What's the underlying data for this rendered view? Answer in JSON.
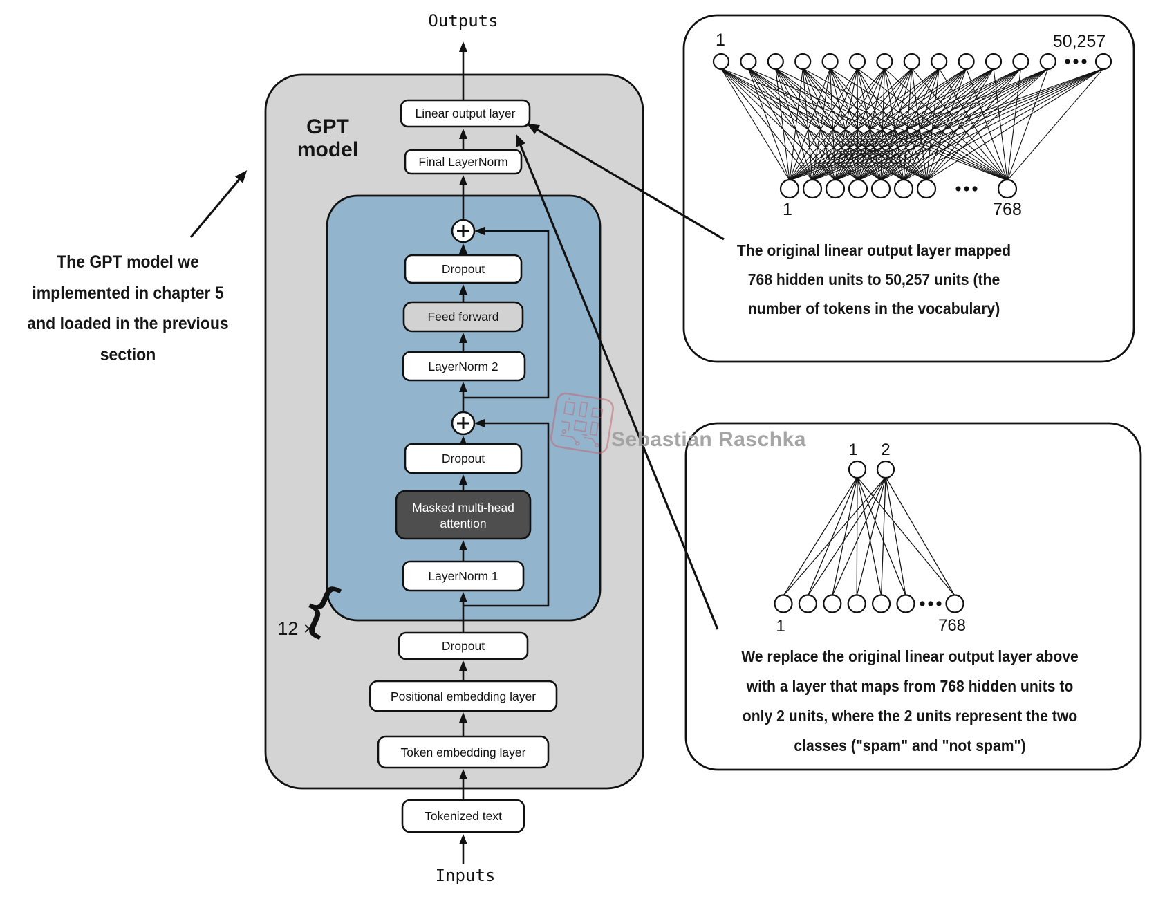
{
  "io": {
    "outputs_label": "Outputs",
    "inputs_label": "Inputs"
  },
  "left_note": {
    "lines": [
      "The GPT model we",
      "implemented in chapter 5",
      "and loaded in the previous",
      "section"
    ]
  },
  "gpt": {
    "title_line1": "GPT",
    "title_line2": "model",
    "repeat_label": "12 ×",
    "repeat_brace": "{"
  },
  "stack": {
    "linear_output": "Linear output layer",
    "final_layernorm": "Final LayerNorm",
    "dropout_top": "Dropout",
    "feed_forward": "Feed forward",
    "layernorm2": "LayerNorm 2",
    "dropout_mid": "Dropout",
    "masked_attention_line1": "Masked multi-head",
    "masked_attention_line2": "attention",
    "layernorm1": "LayerNorm 1",
    "dropout_bottom": "Dropout",
    "positional_embedding": "Positional embedding layer",
    "token_embedding": "Token embedding layer",
    "tokenized_text": "Tokenized text"
  },
  "original_layer_panel": {
    "caption_lines": [
      "The original linear output layer mapped",
      "768 hidden units to 50,257 units (the",
      "number of tokens in the vocabulary)"
    ],
    "output_row": {
      "first_label": "1",
      "last_label": "50,257",
      "visible_nodes": 13
    },
    "hidden_row": {
      "first_label": "1",
      "last_label": "768",
      "visible_nodes": 7
    }
  },
  "replacement_layer_panel": {
    "caption_lines": [
      "We replace the original linear output layer above",
      "with a layer that maps from 768 hidden units to",
      "only 2 units, where the 2 units represent the two",
      "classes (\"spam\" and \"not spam\")"
    ],
    "output_row": {
      "labels": [
        "1",
        "2"
      ],
      "visible_nodes": 2
    },
    "hidden_row": {
      "first_label": "1",
      "last_label": "768",
      "visible_nodes": 6
    }
  },
  "watermark": {
    "text": "Sebastian Raschka"
  },
  "colors": {
    "panel_gray": "#d4d4d4",
    "block_blue": "#93b4cd",
    "attention_dark": "#4e4e4e",
    "feed_forward_gray": "#d2d2d2",
    "box_border": "#111111",
    "stamp_red": "#c4626e",
    "watermark_gray": "#a1a1a1"
  }
}
